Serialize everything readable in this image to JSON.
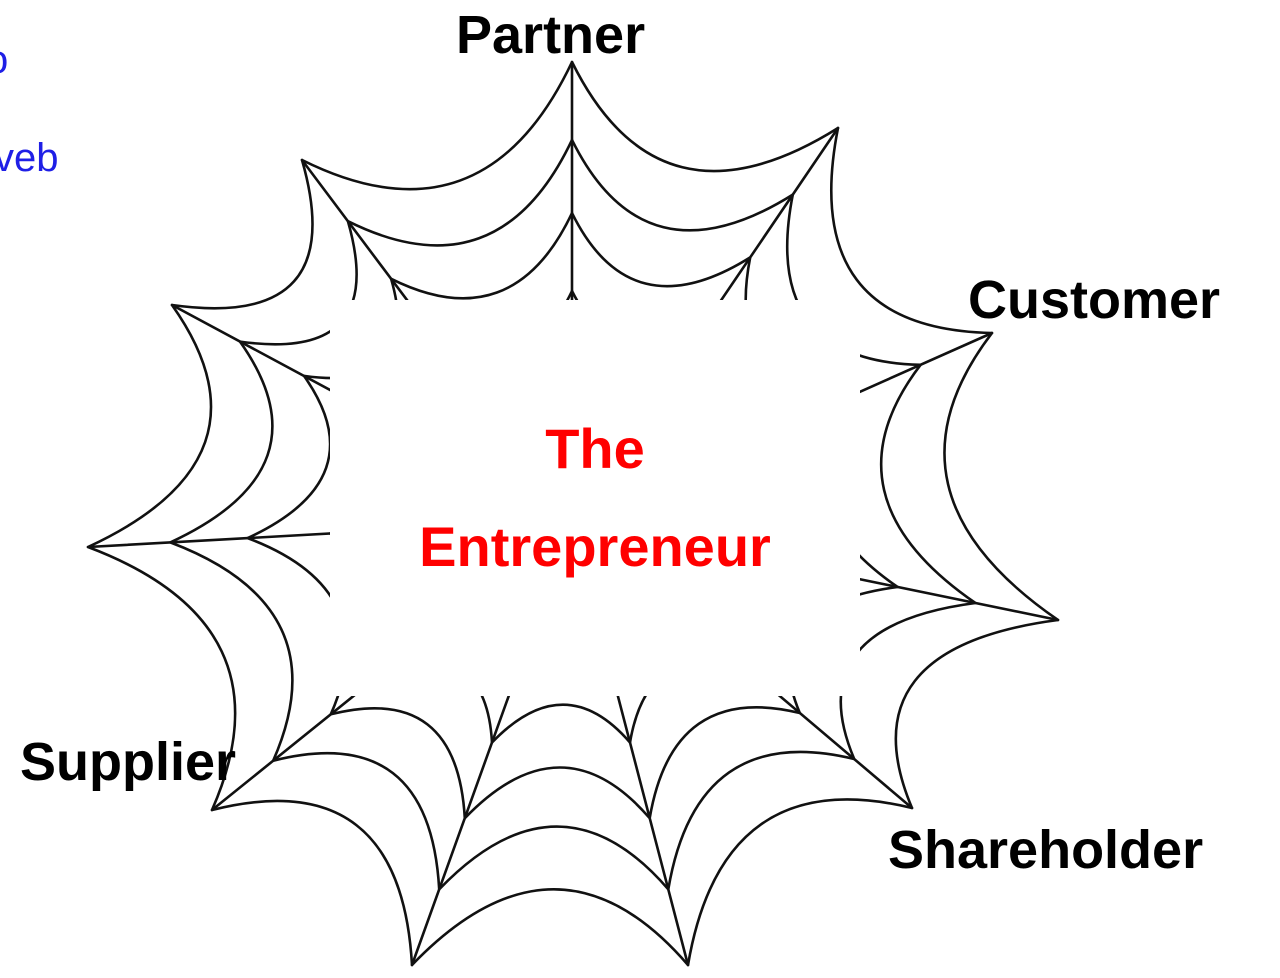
{
  "diagram": {
    "center": {
      "line1": "The",
      "line2": "Entrepreneur",
      "color": "#ff0000"
    },
    "stakeholders": {
      "partner": "Partner",
      "customer": "Customer",
      "supplier": "Supplier",
      "shareholder": "Shareholder"
    },
    "cropped_text": {
      "fragment_1": "o",
      "fragment_2": "veb",
      "color": "#1f1fe6"
    },
    "web_color": "#111111"
  }
}
